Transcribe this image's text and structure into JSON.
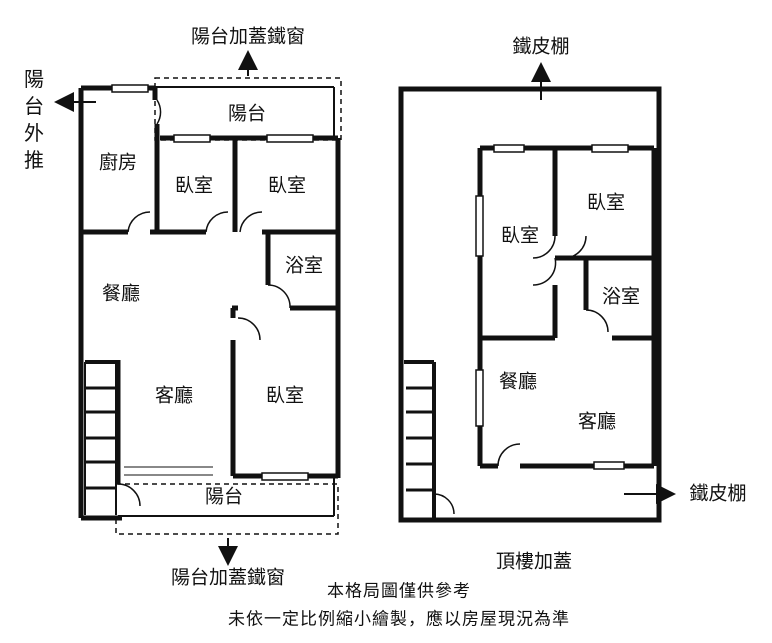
{
  "diagram": {
    "left_plan": {
      "top_annotation": "陽台加蓋鐵窗",
      "side_annotation": [
        "陽",
        "台",
        "外",
        "推"
      ],
      "bottom_annotation": "陽台加蓋鐵窗",
      "rooms": {
        "balcony_top": "陽台",
        "kitchen": "廚房",
        "bedroom_1": "臥室",
        "bedroom_2": "臥室",
        "bathroom": "浴室",
        "dining": "餐廳",
        "living": "客廳",
        "bedroom_3": "臥室",
        "balcony_bottom": "陽台"
      }
    },
    "right_plan": {
      "top_annotation": "鐵皮棚",
      "side_annotation": "鐵皮棚",
      "caption": "頂樓加蓋",
      "rooms": {
        "bedroom_1": "臥室",
        "bedroom_2": "臥室",
        "bathroom": "浴室",
        "dining": "餐廳",
        "living": "客廳"
      }
    },
    "notes": {
      "line1": "本格局圖僅供參考",
      "line2": "未依一定比例縮小繪製，應以房屋現況為準"
    }
  }
}
